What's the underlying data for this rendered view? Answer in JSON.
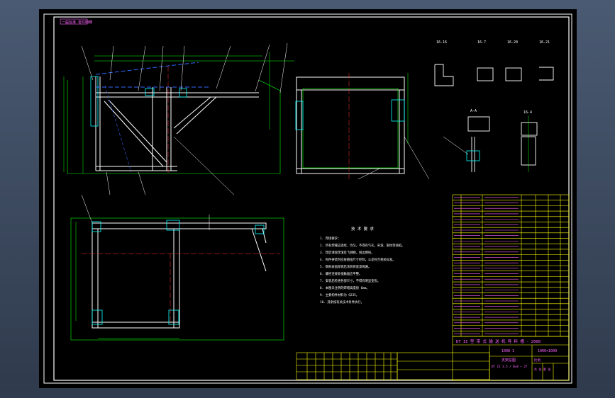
{
  "drawing": {
    "tag_top_left": "一般标准 零件明细",
    "section_labels": [
      "16-16",
      "16-7",
      "16-20",
      "16-21",
      "A-A",
      "16-4"
    ],
    "tech_title": "技 术 要 求",
    "tech_notes": [
      "1. 焊接要求：",
      "2. 所有焊缝应连续、均匀，不得有气孔、夹渣、裂纹等缺陷。",
      "3. 焊后清除焊渣及飞溅物，锐边倒钝。",
      "4. 构件拼装时应按图纸尺寸控制，公差符合相关标准。",
      "5. 钢材表面除锈后涂防锈底漆两遍。",
      "6. 螺栓连接处接触面应平整。",
      "7. 安装后检查各部尺寸，不得有明显变形。",
      "8. 本图未注明的焊缝高度按 6mm。",
      "9. 主要构件材料为 Q235。",
      "10. 其余按有关技术条件执行。"
    ],
    "title_block": {
      "project": "DT II 型  带 式 输 送 机 导 料 槽 - 2008",
      "code_1": "1008-1",
      "code_2": "1000×1000",
      "part_name": "支架总图",
      "drawing_no": "DT II 3.5 / B=8 — 27"
    },
    "scale_text": "比例",
    "sheet_text": "共 张 第 张"
  }
}
